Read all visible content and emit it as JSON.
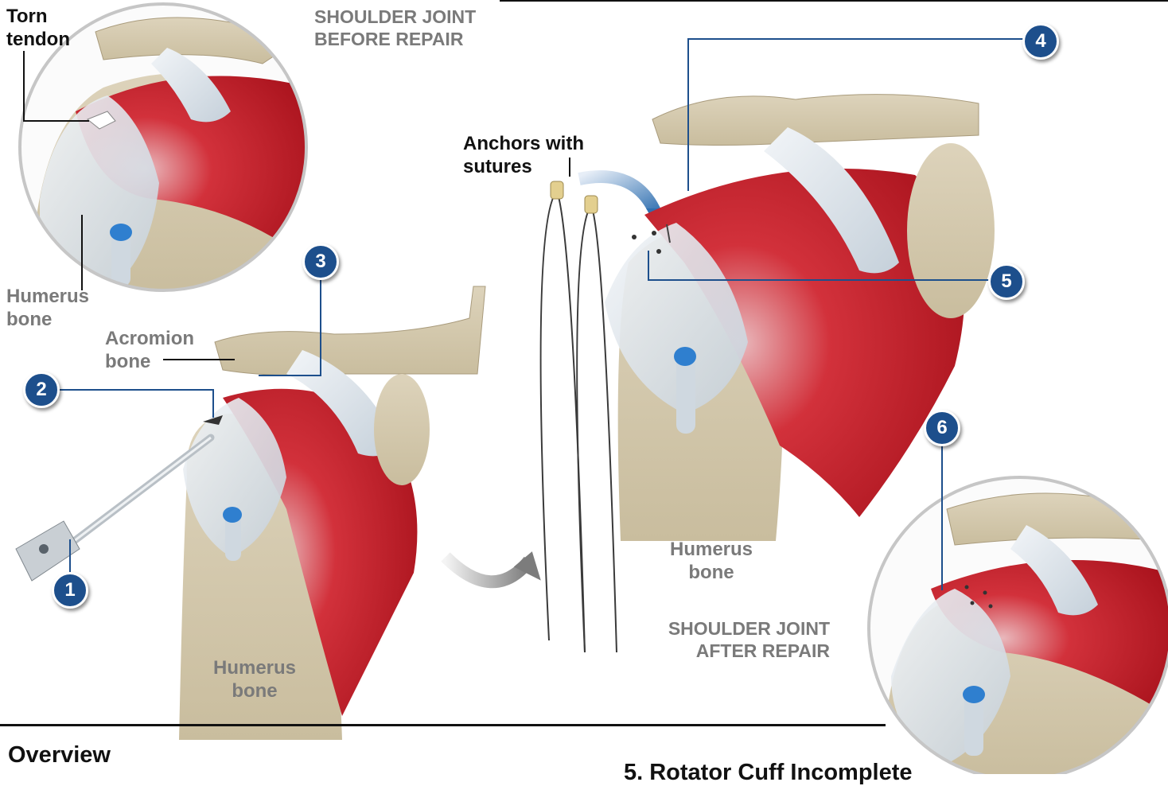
{
  "labels": {
    "torn_tendon": "Torn\ntendon",
    "before_repair": "SHOULDER JOINT\nBEFORE REPAIR",
    "humerus_inset": "Humerus\nbone",
    "acromion": "Acromion\nbone",
    "humerus_left": "Humerus\nbone",
    "anchors": "Anchors with\nsutures",
    "humerus_right": "Humerus\nbone",
    "after_repair": "SHOULDER JOINT\nAFTER REPAIR"
  },
  "callouts": [
    "1",
    "2",
    "3",
    "4",
    "5",
    "6"
  ],
  "footer": {
    "overview": "Overview",
    "clipped_heading": "5. Rotator Cuff Incomplete"
  },
  "colors": {
    "muscle": "#c8222c",
    "bone": "#d8cdb2",
    "tendon": "#dde4ec",
    "callout": "#1d4f8c",
    "label_grey": "#7a7a7a"
  }
}
